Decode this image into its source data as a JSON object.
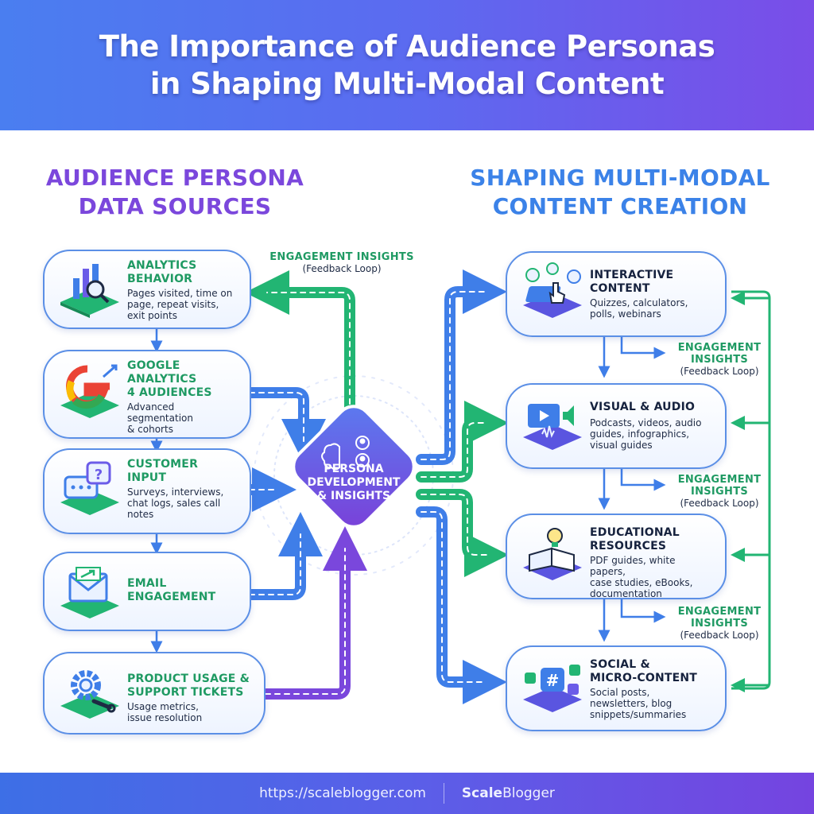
{
  "title": {
    "line1": "The Importance of Audience Personas",
    "line2": "in Shaping Multi-Modal Content"
  },
  "left_heading": {
    "line1": "AUDIENCE PERSONA",
    "line2": "DATA SOURCES"
  },
  "right_heading": {
    "line1": "SHAPING MULTI-MODAL",
    "line2": "CONTENT CREATION"
  },
  "sources": [
    {
      "title_lines": [
        "ANALYTICS",
        "BEHAVIOR"
      ],
      "desc_lines": [
        "Pages visited, time on",
        "page, repeat visits,",
        "exit points"
      ],
      "icon": "analytics-chart-icon"
    },
    {
      "title_lines": [
        "GOOGLE",
        "ANALYTICS",
        "4 AUDIENCES"
      ],
      "desc_lines": [
        "Advanced",
        "segmentation",
        "& cohorts"
      ],
      "icon": "google-g-icon"
    },
    {
      "title_lines": [
        "CUSTOMER",
        "INPUT"
      ],
      "desc_lines": [
        "Surveys, interviews,",
        "chat logs, sales call",
        "notes"
      ],
      "icon": "chat-bubble-icon"
    },
    {
      "title_lines": [
        "EMAIL",
        "ENGAGEMENT"
      ],
      "desc_lines": [],
      "icon": "envelope-icon"
    },
    {
      "title_lines": [
        "PRODUCT USAGE &",
        "SUPPORT TICKETS"
      ],
      "desc_lines": [
        "Usage metrics,",
        "issue resolution"
      ],
      "icon": "gear-wrench-icon"
    }
  ],
  "hub": {
    "line1": "PERSONA",
    "line2": "DEVELOPMENT",
    "line3": "& INSIGHTS",
    "icon": "brain-people-icon"
  },
  "top_feedback": {
    "label": "ENGAGEMENT INSIGHTS",
    "sub": "(Feedback Loop)"
  },
  "outputs": [
    {
      "title_lines": [
        "INTERACTIVE",
        "CONTENT"
      ],
      "desc_lines": [
        "Quizzes, calculators,",
        "polls, webinars"
      ],
      "icon": "touch-hand-icon"
    },
    {
      "title_lines": [
        "VISUAL & AUDIO"
      ],
      "desc_lines": [
        "Podcasts, videos, audio",
        "guides, infographics,",
        "visual guides"
      ],
      "icon": "video-speaker-icon"
    },
    {
      "title_lines": [
        "EDUCATIONAL",
        "RESOURCES"
      ],
      "desc_lines": [
        "PDF guides, white papers,",
        "case studies, eBooks,",
        "documentation"
      ],
      "icon": "book-bulb-icon"
    },
    {
      "title_lines": [
        "SOCIAL &",
        "MICRO-CONTENT"
      ],
      "desc_lines": [
        "Social posts,",
        "newsletters, blog",
        "snippets/summaries"
      ],
      "icon": "social-hashtag-icon"
    }
  ],
  "right_feedback": [
    {
      "line1": "ENGAGEMENT",
      "line2": "INSIGHTS",
      "sub": "(Feedback Loop)"
    },
    {
      "line1": "ENGAGEMENT",
      "line2": "INSIGHTS",
      "sub": "(Feedback Loop)"
    },
    {
      "line1": "ENGAGEMENT",
      "line2": "INSIGHTS",
      "sub": "(Feedback Loop)"
    }
  ],
  "footer": {
    "url": "https://scaleblogger.com",
    "brand_bold": "Scale",
    "brand_light": "Blogger"
  },
  "colors": {
    "blue": "#3f7ee8",
    "green": "#22b573",
    "purple": "#7a47dc",
    "card_border": "#5b8fe6",
    "title_green": "#1f9a63"
  }
}
